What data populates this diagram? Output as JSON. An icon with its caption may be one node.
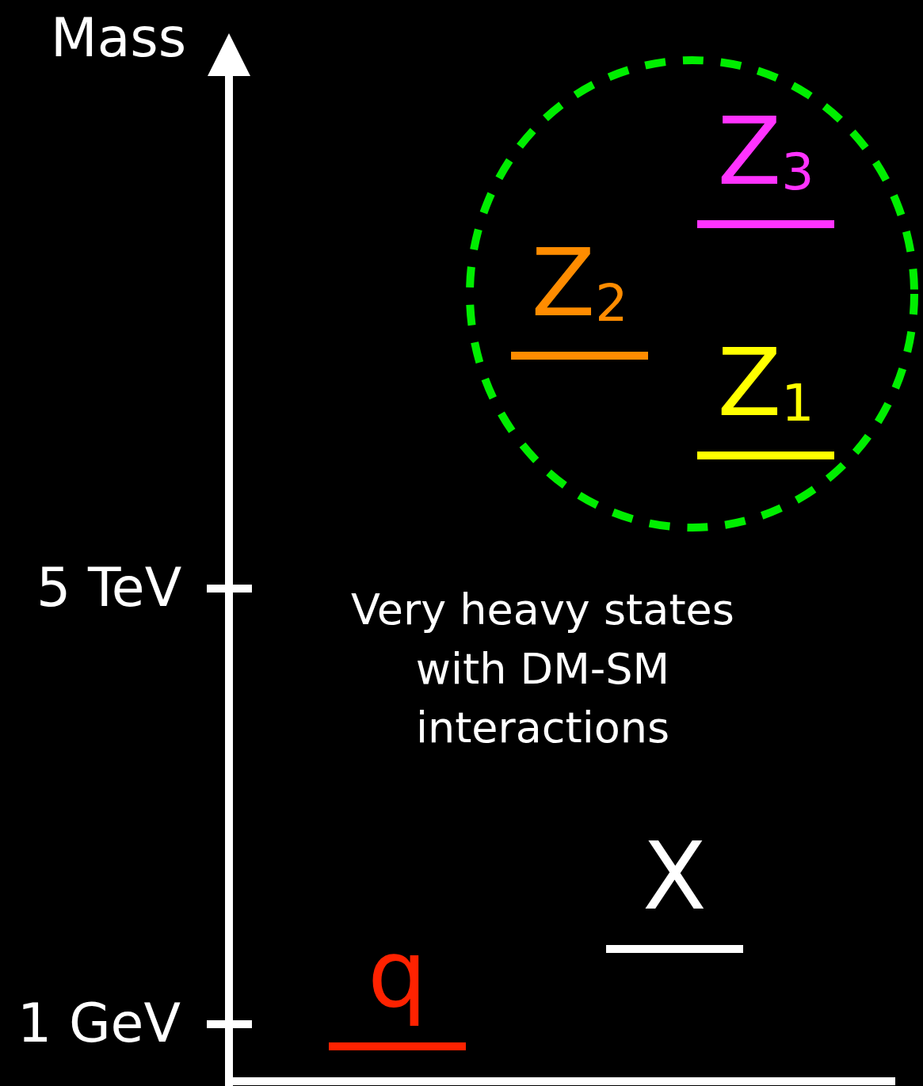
{
  "diagram": {
    "nodes": [
      {
        "text": [],
        "shape": "circle"
      },
      {
        "text": [
          "Z$_{3}$"
        ],
        "in": 0
      },
      {
        "text": [
          "Z$_{2}$"
        ],
        "in": 0
      },
      {
        "text": [
          "Z$_{1}$"
        ],
        "in": 0
      },
      {
        "text": [
          "X"
        ]
      },
      {
        "text": [
          "q"
        ]
      }
    ],
    "labels": [
      "Mass",
      "5 TeV",
      "Very heavy states with DM-SM interactions",
      "1 GeV"
    ]
  }
}
